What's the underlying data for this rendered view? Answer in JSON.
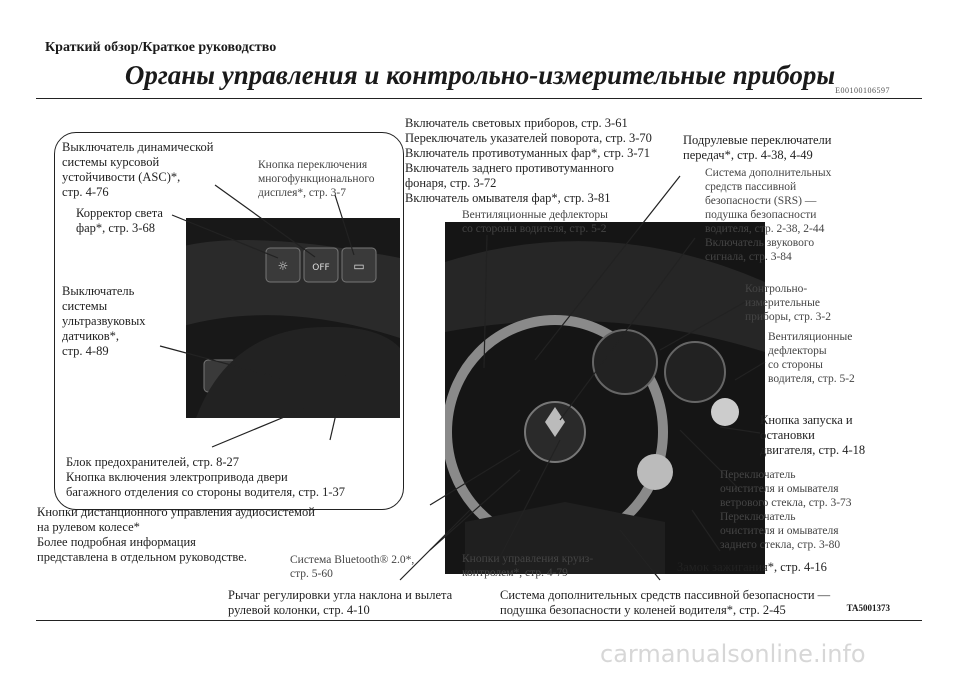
{
  "header": {
    "section": "Краткий обзор/Краткое руководство",
    "title": "Органы управления и контрольно-измерительные приборы",
    "code": "E00100106597",
    "figure_id": "TA5001373"
  },
  "labels": {
    "asc": "Выключатель динамической\nсистемы курсовой\nустойчивости (ASC)*,\nстр. 4-76",
    "multi_display": "Кнопка переключения\nмногофункционального\nдисплея*, стр. 3-7",
    "headlight_leveling": "Корректор света\nфар*, стр. 3-68",
    "ultrasonic": "Выключатель\nсистемы\nультразвуковых\nдатчиков*,\nстр. 4-89",
    "fuse_trunk": "Блок предохранителей, стр. 8-27\nКнопка включения электропривода двери\nбагажного отделения со стороны водителя, стр. 1-37",
    "lights_block": "Включатель световых приборов, стр. 3-61\nПереключатель указателей поворота, стр. 3-70\nВключатель противотуманных фар*, стр. 3-71\nВключатель заднего противотуманного\nфонаря, стр. 3-72\nВключатель омывателя фар*, стр. 3-81",
    "vent_driver_left": "Вентиляционные дефлекторы\nсо стороны водителя, стр. 5-2",
    "paddle_shift": "Подрулевые переключатели\nпередач*, стр. 4-38, 4-49",
    "srs_horn": "Система дополнительных\nсредств пассивной\nбезопасности (SRS) —\nподушка безопасности\nводителя, стр. 2-38, 2-44\nВключатель звукового\nсигнала, стр. 3-84",
    "instruments": "Контрольно-\nизмерительные\nприборы, стр. 3-2",
    "vent_driver_right": "Вентиляционные\nдефлекторы\nсо стороны\nводителя, стр. 5-2",
    "engine_start": "Кнопка запуска и\nостановки\nдвигателя, стр. 4-18",
    "wipers": "Переключатель\nочистителя и омывателя\nветрового стекла, стр. 3-73\nПереключатель\nочистителя и омывателя\nзаднего стекла, стр. 3-80",
    "ignition": "Замок зажигания*, стр. 4-16",
    "audio_remote": "Кнопки дистанционного управления аудиосистемой\nна рулевом колесе*\nБолее подробная информация\nпредставлена в отдельном руководстве.",
    "bluetooth": "Система Bluetooth® 2.0*,\nстр. 5-60",
    "cruise": "Кнопки управления круиз-\nконтролем*, стр. 4-79",
    "tilt_lever": "Рычаг регулировки угла наклона и вылета\nрулевой колонки, стр. 4-10",
    "knee_airbag": "Система дополнительных средств пассивной безопасности —\nподушка безопасности у коленей водителя*, стр. 2-45"
  },
  "watermark": "carmanualsonline.info",
  "colors": {
    "ink": "#1a1a1a",
    "photo": "#161616",
    "paper": "#ffffff"
  }
}
